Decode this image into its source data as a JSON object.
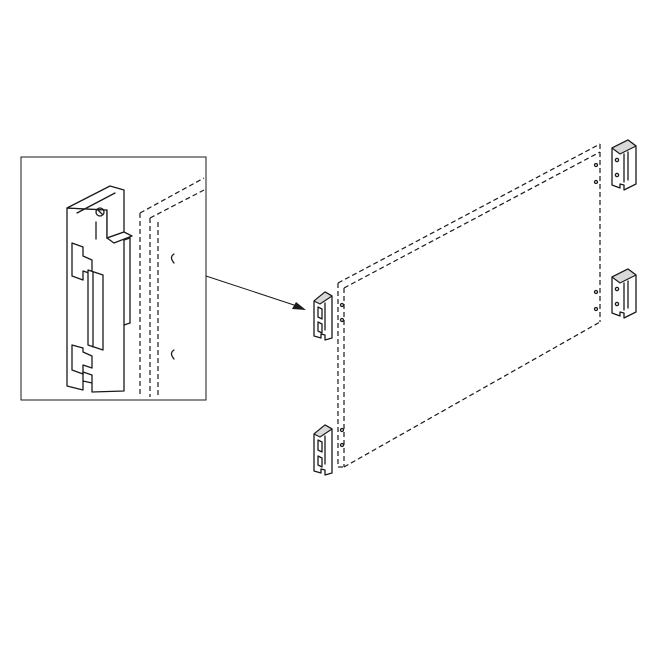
{
  "diagram": {
    "colors": {
      "line": "#1a1a1a",
      "background": "#ffffff",
      "shade": "#d9d9d9"
    },
    "parts": [
      {
        "id": "panel",
        "kind": "rear-panel"
      },
      {
        "id": "clip-left-top",
        "kind": "mounting-clip"
      },
      {
        "id": "clip-left-bottom",
        "kind": "mounting-clip"
      },
      {
        "id": "clip-right-top",
        "kind": "mounting-clip"
      },
      {
        "id": "clip-right-bottom",
        "kind": "mounting-clip"
      },
      {
        "id": "detail-inset",
        "kind": "magnified-clip-detail"
      }
    ]
  }
}
